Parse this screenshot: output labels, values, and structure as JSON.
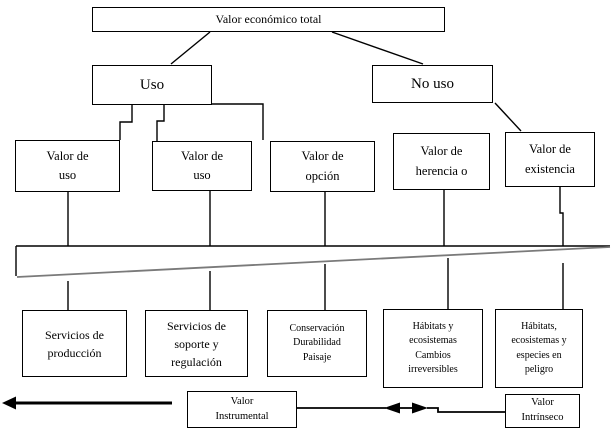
{
  "diagram_title": "Valor económico total",
  "boxes": {
    "root": "Valor económico total",
    "uso": "Uso",
    "no_uso": "No uso",
    "valor_uso_1": "Valor de\nuso",
    "valor_uso_2": "Valor de\nuso",
    "valor_opcion": "Valor de\nopción",
    "valor_herencia": "Valor de\nherencia o",
    "valor_existencia": "Valor de\nexistencia",
    "servicios_produccion": "Servicios de\nproducción",
    "servicios_soporte": "Servicios de\nsoporte y\nregulación",
    "conservacion": "Conservación\nDurabilidad\nPaisaje",
    "habitats_cambios": "Hábitats y\necosistemas\nCambios\nirreversibles",
    "habitats_peligro": "Hábitats,\necosistemas y\nespecies en\npeligro",
    "valor_instrumental": "Valor\nInstrumental",
    "valor_intrinseco": "Valor\nIntrínseco"
  },
  "icons": {
    "axis_arrow": "thick-left-arrow",
    "opposing_arrows": "back-to-back-left-right-arrowheads"
  },
  "colors": {
    "line": "#000000",
    "wedge_diagonal": "#7a7a7a",
    "background": "#ffffff",
    "text": "#000000"
  }
}
